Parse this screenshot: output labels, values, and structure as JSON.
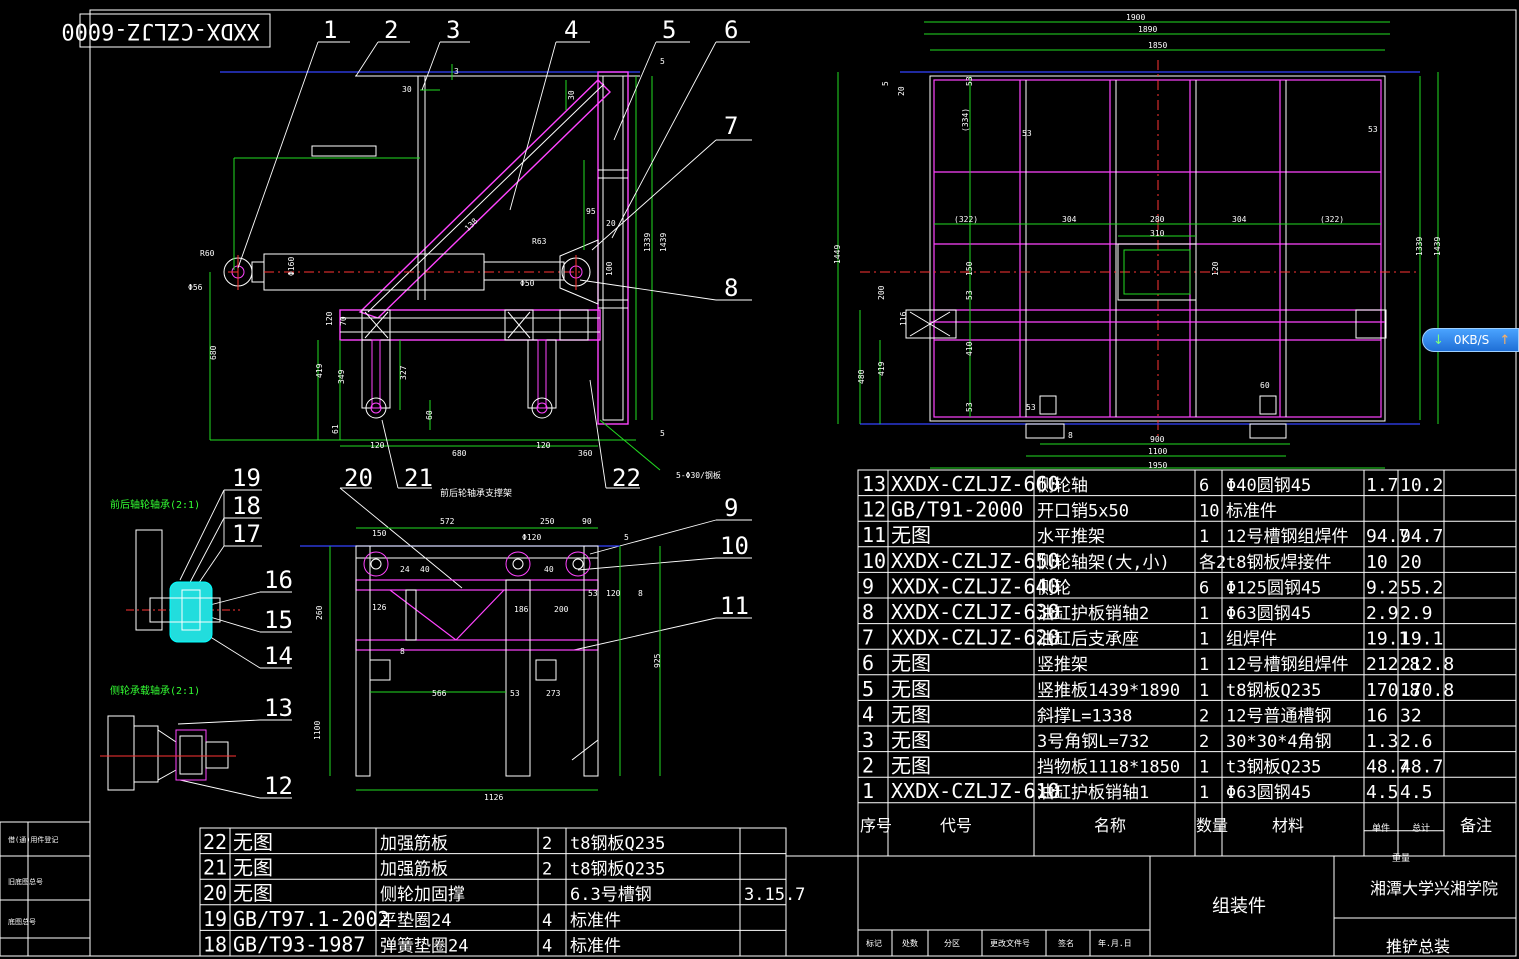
{
  "drawing_code": "XXDX-CZLJZ-6000",
  "balloons": [
    "1",
    "2",
    "3",
    "4",
    "5",
    "6",
    "7",
    "8",
    "9",
    "10",
    "11",
    "12",
    "13",
    "14",
    "15",
    "16",
    "17",
    "18",
    "19",
    "20",
    "21",
    "22"
  ],
  "view_titles": {
    "left_view": "前后轴轮轴承(2:1)",
    "side_detail": "侧轮承载轴承(2:1)",
    "front_section": "前后轮轴承支撑架"
  },
  "dims_main": [
    "30",
    "30",
    "3",
    "5",
    "20",
    "95",
    "R60",
    "R63",
    "Φ50",
    "Φ160",
    "Φ56",
    "1339",
    "1439",
    "680",
    "419",
    "349",
    "327",
    "60",
    "61",
    "120",
    "680",
    "120",
    "360",
    "5",
    "5-Φ30/钢板",
    "70",
    "120",
    "100",
    "138"
  ],
  "dims_bottom": [
    "572",
    "250",
    "90",
    "150",
    "Φ120",
    "126",
    "186",
    "200",
    "53",
    "120",
    "8",
    "925",
    "1100",
    "566",
    "53",
    "273",
    "1126",
    "260",
    "24",
    "40",
    "40",
    "5",
    "8"
  ],
  "dims_right": [
    "1900",
    "1890",
    "1850",
    "5",
    "20",
    "53",
    "(334)",
    "53",
    "53",
    "(322)",
    "304",
    "280",
    "310",
    "304",
    "(322)",
    "150",
    "53",
    "1339",
    "1439",
    "1449",
    "200",
    "116",
    "480",
    "419",
    "410",
    "53",
    "1100",
    "900",
    "1950",
    "120",
    "60",
    "8",
    "53"
  ],
  "parts_right": [
    {
      "no": "13",
      "code": "XXDX-CZLJZ-660",
      "name": "侧轮轴",
      "qty": "6",
      "mat": "Φ40圆钢45",
      "unit": "1.7",
      "total": "10.2",
      "note": ""
    },
    {
      "no": "12",
      "code": "GB/T91-2000",
      "name": "开口销5x50",
      "qty": "10",
      "mat": "标准件",
      "unit": "",
      "total": "",
      "note": ""
    },
    {
      "no": "11",
      "code": "无图",
      "name": "水平推架",
      "qty": "1",
      "mat": "12号槽钢组焊件",
      "unit": "94.7",
      "total": "94.7",
      "note": ""
    },
    {
      "no": "10",
      "code": "XXDX-CZLJZ-650",
      "name": "侧轮轴架(大,小)",
      "qty": "各2",
      "mat": "t8钢板焊接件",
      "unit": "10",
      "total": "20",
      "note": ""
    },
    {
      "no": "9",
      "code": "XXDX-CZLJZ-640",
      "name": "侧轮",
      "qty": "6",
      "mat": "Φ125圆钢45",
      "unit": "9.2",
      "total": "55.2",
      "note": ""
    },
    {
      "no": "8",
      "code": "XXDX-CZLJZ-630",
      "name": "油缸护板销轴2",
      "qty": "1",
      "mat": "Φ63圆钢45",
      "unit": "2.9",
      "total": "2.9",
      "note": ""
    },
    {
      "no": "7",
      "code": "XXDX-CZLJZ-620",
      "name": "油缸后支承座",
      "qty": "1",
      "mat": "组焊件",
      "unit": "19.1",
      "total": "19.1",
      "note": ""
    },
    {
      "no": "6",
      "code": "无图",
      "name": "竖推架",
      "qty": "1",
      "mat": "12号槽钢组焊件",
      "unit": "212.8",
      "total": "212.8",
      "note": ""
    },
    {
      "no": "5",
      "code": "无图",
      "name": "竖推板1439*1890",
      "qty": "1",
      "mat": "t8钢板Q235",
      "unit": "170.8",
      "total": "170.8",
      "note": ""
    },
    {
      "no": "4",
      "code": "无图",
      "name": "斜撑L=1338",
      "qty": "2",
      "mat": "12号普通槽钢",
      "unit": "16",
      "total": "32",
      "note": ""
    },
    {
      "no": "3",
      "code": "无图",
      "name": "3号角钢L=732",
      "qty": "2",
      "mat": "30*30*4角钢",
      "unit": "1.3",
      "total": "2.6",
      "note": ""
    },
    {
      "no": "2",
      "code": "无图",
      "name": "挡物板1118*1850",
      "qty": "1",
      "mat": "t3钢板Q235",
      "unit": "48.7",
      "total": "48.7",
      "note": ""
    },
    {
      "no": "1",
      "code": "XXDX-CZLJZ-610",
      "name": "油缸护板销轴1",
      "qty": "1",
      "mat": "Φ63圆钢45",
      "unit": "4.5",
      "total": "4.5",
      "note": ""
    }
  ],
  "header_right": {
    "no": "序号",
    "code": "代号",
    "name": "名称",
    "qty": "数量",
    "mat": "材料",
    "unit": "单件",
    "total": "总计",
    "weight": "重量",
    "note": "备注"
  },
  "parts_left": [
    {
      "no": "22",
      "code": "无图",
      "name": "加强筋板",
      "qty": "2",
      "mat": "t8钢板Q235",
      "extra": ""
    },
    {
      "no": "21",
      "code": "无图",
      "name": "加强筋板",
      "qty": "2",
      "mat": "t8钢板Q235",
      "extra": ""
    },
    {
      "no": "20",
      "code": "无图",
      "name": "侧轮加固撑",
      "qty": "",
      "mat": "6.3号槽钢",
      "extra": "3.15.7"
    },
    {
      "no": "19",
      "code": "GB/T97.1-2002",
      "name": "平垫圈24",
      "qty": "4",
      "mat": "标准件",
      "extra": ""
    },
    {
      "no": "18",
      "code": "GB/T93-1987",
      "name": "弹簧垫圈24",
      "qty": "4",
      "mat": "标准件",
      "extra": ""
    }
  ],
  "title_block": {
    "assembly": "组装件",
    "school": "湘潭大学兴湘学院",
    "drawing_name": "推铲总装",
    "sig_row": [
      "标记",
      "处数",
      "分区",
      "更改文件号",
      "签名",
      "年.月.日"
    ]
  },
  "left_margin": {
    "cells": [
      "借(通)用件登记",
      "旧底图总号",
      "底图总号"
    ]
  },
  "speed": {
    "label": "0KB/S"
  },
  "colors": {
    "bg": "#000000",
    "white": "#ffffff",
    "yellow": "#ffff44",
    "green": "#22dd22",
    "magenta": "#ff44ff",
    "blue": "#3344ff",
    "red": "#ff3333",
    "cyan": "#00ffff"
  }
}
